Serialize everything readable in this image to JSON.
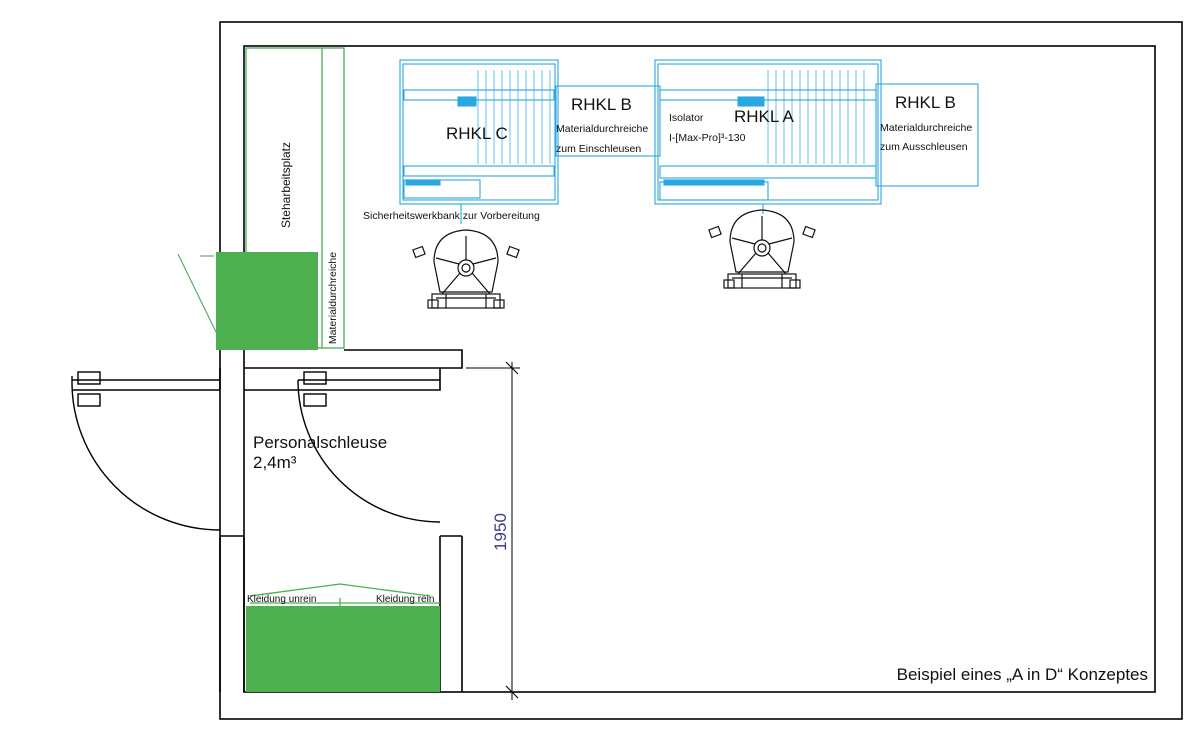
{
  "colors": {
    "wall": "#000000",
    "equipment": "#29a8e0",
    "green_fill": "#4caf50",
    "green_line": "#3fa34d",
    "dimension": "#3a3a8a",
    "chair": "#111111"
  },
  "labels": {
    "rhkl_c": "RHKL C",
    "rhkl_b_left": "RHKL B",
    "rhkl_b_left_sub1": "Materialdurchreiche",
    "rhkl_b_left_sub2": "zum Einschleusen",
    "isolator_1": "Isolator",
    "isolator_2": "I-[Max-Pro]³-130",
    "rhkl_a": "RHKL A",
    "rhkl_b_right": "RHKL B",
    "rhkl_b_right_sub1": "Materialdurchreiche",
    "rhkl_b_right_sub2": "zum Ausschleusen",
    "safety_bench": "Sicherheitswerkbank zur Vorbereitung",
    "standing_place": "Steharbeitsplatz",
    "material_pass": "Materialdurchreiche",
    "airlock_name": "Personalschleuse",
    "airlock_area": "2,4m³",
    "dimension": "1950",
    "clothes_unclean": "Kleidung unrein",
    "clothes_clean": "Kleidung rein",
    "caption": "Beispiel eines „A in D“ Konzeptes"
  }
}
